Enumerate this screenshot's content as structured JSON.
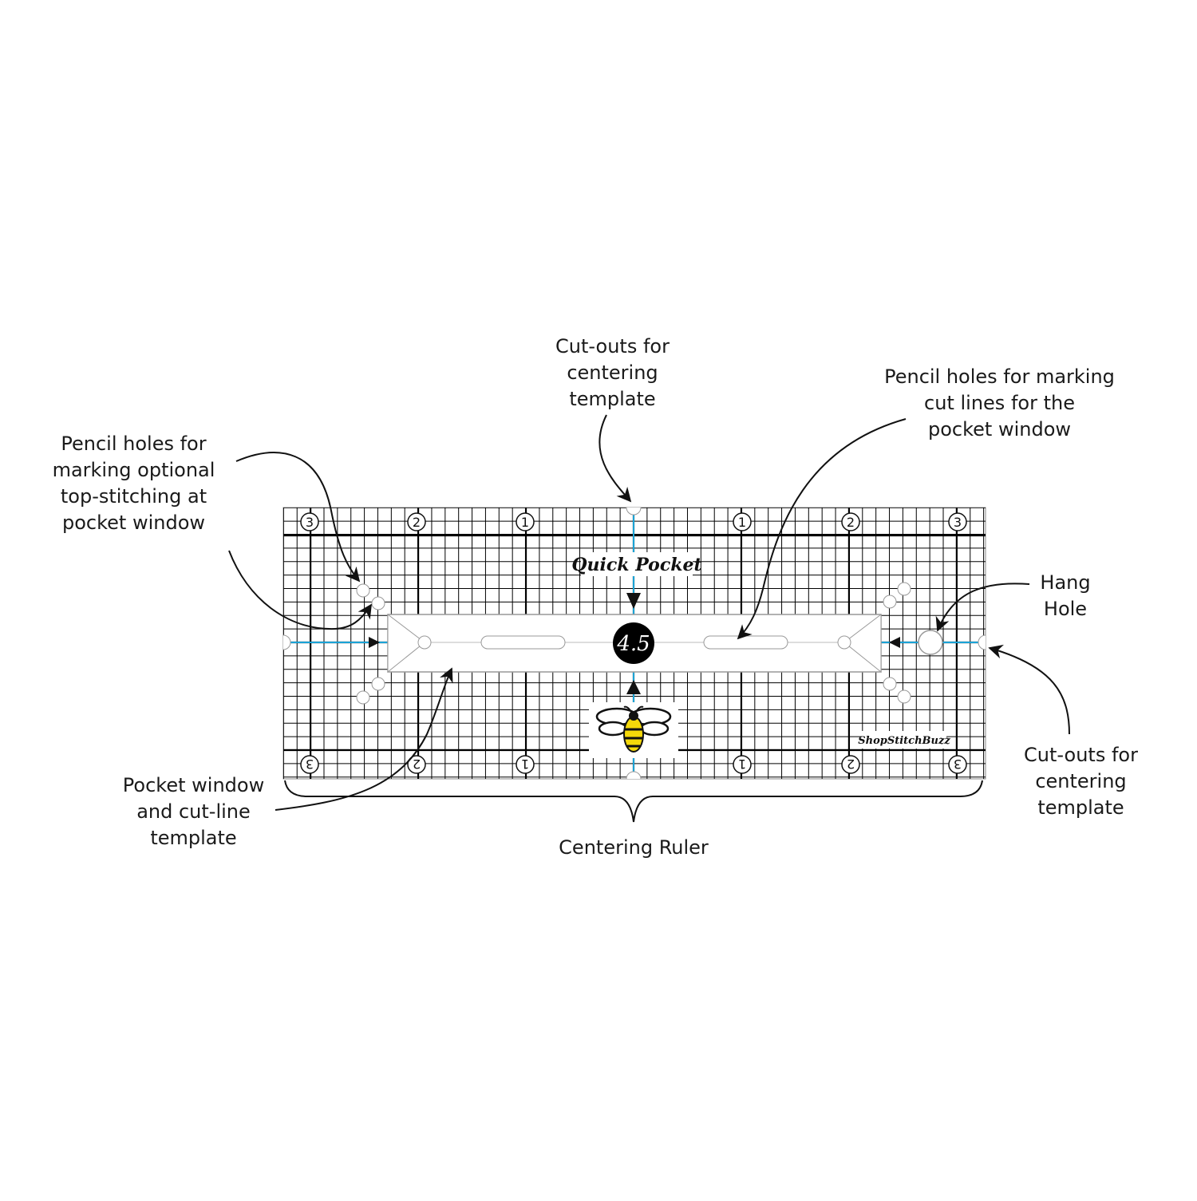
{
  "callouts": {
    "top_cutouts": "Cut-outs for\ncentering\ntemplate",
    "pencil_topstitch": "Pencil holes for\nmarking optional\ntop-stitching at\npocket window",
    "pencil_cutlines": "Pencil holes for marking\ncut lines for the\npocket window",
    "hang_hole": "Hang\nHole",
    "right_cutouts": "Cut-outs for\ncentering\ntemplate",
    "pocket_window": "Pocket window\nand cut-line\ntemplate",
    "centering_ruler": "Centering Ruler"
  },
  "ruler": {
    "brand_title": "Quick Pocket",
    "size_badge": "4.5",
    "maker": "ShopStitchBuzz",
    "top_numbers": [
      "3",
      "2",
      "1",
      "1",
      "2",
      "3"
    ],
    "bottom_numbers": [
      "3",
      "2",
      "1",
      "1",
      "2",
      "3"
    ]
  },
  "colors": {
    "grid": "#000000",
    "center_line": "#1aa3d6",
    "bee_yellow": "#f5d90a",
    "badge_bg": "#000000"
  },
  "icons": [
    "bee-icon",
    "arrow-icon",
    "hang-hole-icon"
  ]
}
